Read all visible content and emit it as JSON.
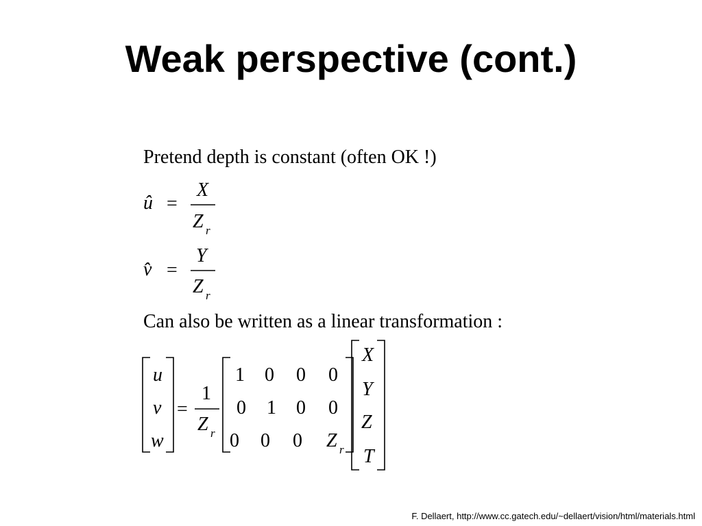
{
  "slide": {
    "title": "Weak perspective (cont.)",
    "line1": "Pretend depth is constant (often OK !)",
    "line2": "Can also be written as a linear transformation :",
    "footer": "F. Dellaert, http://www.cc.gatech.edu/~dellaert/vision/html/materials.html"
  },
  "eq_u": {
    "lhs": "û",
    "eq": "=",
    "num": "X",
    "den": "Z",
    "den_sub": "r"
  },
  "eq_v": {
    "lhs": "v̂",
    "eq": "=",
    "num": "Y",
    "den": "Z",
    "den_sub": "r"
  },
  "matrix_eq": {
    "lhs": [
      "u",
      "v",
      "w"
    ],
    "eq": "=",
    "scalar_num": "1",
    "scalar_den": "Z",
    "scalar_den_sub": "r",
    "rows": [
      [
        "1",
        "0",
        "0",
        "0"
      ],
      [
        "0",
        "1",
        "0",
        "0"
      ],
      [
        "0",
        "0",
        "0",
        "Z"
      ]
    ],
    "zr_sub": "r",
    "rhs": [
      "X",
      "Y",
      "Z",
      "T"
    ]
  }
}
